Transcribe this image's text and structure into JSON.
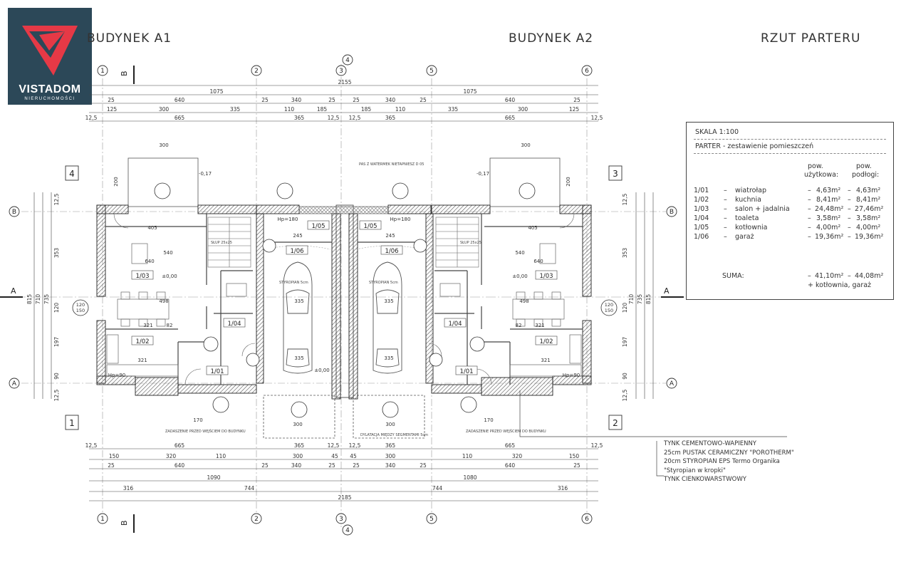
{
  "logo": {
    "name": "VISTADOM",
    "subtitle": "NIERUCHOMOŚCI"
  },
  "titles": {
    "building_a1": "BUDYNEK A1",
    "building_a2": "BUDYNEK A2",
    "plan": "RZUT PARTERU"
  },
  "legend": {
    "scale": "SKALA   1:100",
    "heading": "PARTER  -  zestawienie pomieszczeń",
    "col1": [
      "pow.",
      "użytkowa:"
    ],
    "col2": [
      "pow.",
      "podłogi:"
    ],
    "rooms": [
      {
        "no": "1/01",
        "name": "wiatrołap",
        "area": "4,63m²",
        "floor": "4,63m²"
      },
      {
        "no": "1/02",
        "name": "kuchnia",
        "area": "8,41m²",
        "floor": "8,41m²"
      },
      {
        "no": "1/03",
        "name": "salon + jadalnia",
        "area": "24,48m²",
        "floor": "27,46m²"
      },
      {
        "no": "1/04",
        "name": "toaleta",
        "area": "3,58m²",
        "floor": "3,58m²"
      },
      {
        "no": "1/05",
        "name": "kotłownia",
        "area": "4,00m²",
        "floor": "4,00m²"
      },
      {
        "no": "1/06",
        "name": "garaż",
        "area": "19,36m²",
        "floor": "19,36m²"
      }
    ],
    "sum_label": "SUMA:",
    "sum_area": "41,10m²",
    "sum_floor": "44,08m²",
    "sum_note": "+ kotłownia, garaż"
  },
  "notes": [
    "TYNK CEMENTOWO-WAPIENNY",
    "25cm PUSTAK CERAMICZNY \"POROTHERM\"",
    "20cm STYROPIAN EPS Termo Organika",
    "\"Styropian w kropki\"",
    "TYNK CIENKOWARSTWOWY"
  ],
  "axes": [
    "1",
    "2",
    "3",
    "4",
    "5",
    "6"
  ],
  "row_axes": [
    "A",
    "B"
  ],
  "corners": [
    "1",
    "2",
    "3",
    "4"
  ],
  "section_letters": [
    "A",
    "B"
  ],
  "dims": {
    "top1": [
      "1075",
      "1075"
    ],
    "top1_total": "2155",
    "top2": [
      "25",
      "640",
      "25",
      "340",
      "25",
      "25",
      "340",
      "25",
      "640",
      "25"
    ],
    "top3": [
      "125",
      "300",
      "335",
      "110",
      "185",
      "185",
      "110",
      "335",
      "300",
      "125"
    ],
    "top4": [
      "12,5",
      "665",
      "365",
      "12,5",
      "12,5",
      "365",
      "665",
      "12,5"
    ],
    "bot1": [
      "12,5",
      "665",
      "365",
      "12,5",
      "12,5",
      "365",
      "665",
      "12,5"
    ],
    "bot2": [
      "150",
      "320",
      "110",
      "300",
      "45",
      "45",
      "300",
      "110",
      "320",
      "150"
    ],
    "bot3": [
      "25",
      "640",
      "25",
      "340",
      "25",
      "25",
      "340",
      "25",
      "640",
      "25"
    ],
    "bot4": [
      "1090",
      "1080"
    ],
    "bot5": [
      "316",
      "744",
      "744",
      "316"
    ],
    "bot_total": "2185",
    "left_outer": "815",
    "left_inner": [
      "710",
      "735"
    ],
    "left_parts": [
      "12,5",
      "353",
      "120",
      "197",
      "90",
      "12,5"
    ]
  },
  "room_labels": [
    "1/03",
    "1/02",
    "1/01",
    "1/04",
    "1/05",
    "1/06",
    "1/03",
    "1/02",
    "1/01",
    "1/04",
    "1/05",
    "1/06"
  ],
  "plan_texts": {
    "r405": "405",
    "r540": "540",
    "r640": "640",
    "r498": "498",
    "r321": "321",
    "r82": "82",
    "r335": "335",
    "r245": "245",
    "r300": "300",
    "r200": "200",
    "r170": "170",
    "win120": "120",
    "win150": "150",
    "hp180": "Hp=180",
    "hp90": "Hp=90",
    "zero": "±0,00",
    "level": "-0,17",
    "slup": "SŁUP 25x25",
    "note_gate": "PAS Z WATERMEK NIETAPNIESZ D 05",
    "note_entry": "ZADASZENIE PRZED WEJŚCIEM DO BUDYNKU",
    "note_dil": "DYLATACJA MIĘDZY SEGMENTAMI 5cm",
    "styro": "STYROPIAN 5cm"
  }
}
